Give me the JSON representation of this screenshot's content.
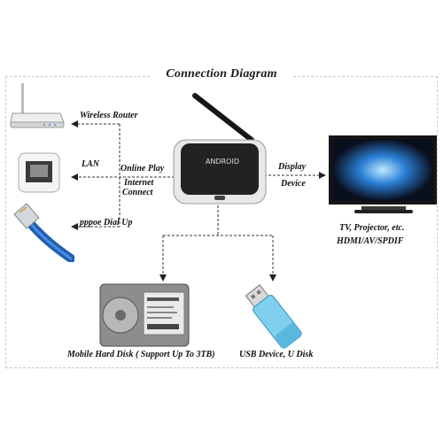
{
  "title": "Connection Diagram",
  "labels": {
    "wireless_router": "Wireless Router",
    "lan": "LAN",
    "pppoe": "pppoe Dial Up",
    "online_play": "Online Play",
    "internet_connect_1": "Internet",
    "internet_connect_2": "Connect",
    "display_device_1": "Display",
    "display_device_2": "Device",
    "tv_line1": "TV, Projector, etc.",
    "tv_line2": "HDMI/AV/SPDIF",
    "hard_disk": "Mobile Hard Disk ( Support Up To 3TB)",
    "usb": "USB Device, U Disk"
  },
  "device_logo": "ANDROID"
}
